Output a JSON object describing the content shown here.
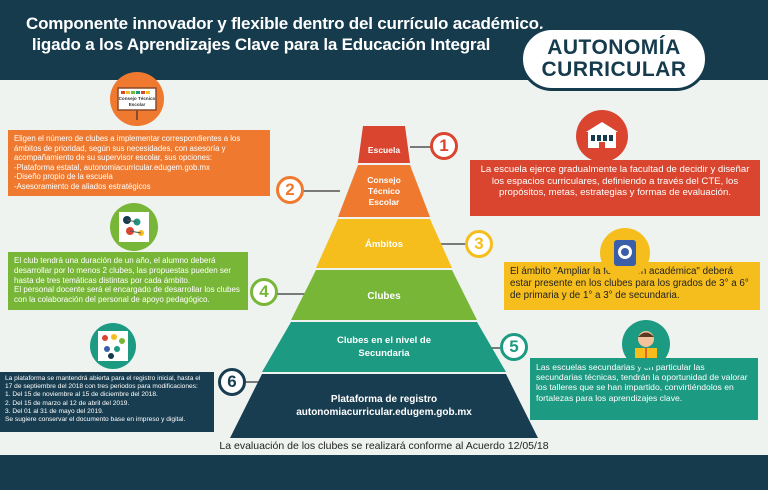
{
  "header": {
    "title_line1": "Componente innovador y flexible dentro del currículo académico,",
    "title_line2": "ligado a los Aprendizajes Clave para la Educación Integral",
    "badge_line1": "AUTONOMÍA",
    "badge_line2": "CURRICULAR"
  },
  "pyramid": {
    "tiers": [
      {
        "label": "Escuela"
      },
      {
        "label": "Consejo\nTécnico\nEscolar"
      },
      {
        "label": "Ámbitos"
      },
      {
        "label": "Clubes"
      },
      {
        "label": "Clubes en el nivel de\nSecundaria"
      },
      {
        "label": "Plataforma de registro\nautonomiacurricular.edugem.gob.mx"
      }
    ]
  },
  "steps": [
    {
      "number": "1"
    },
    {
      "number": "2"
    },
    {
      "number": "3"
    },
    {
      "number": "4"
    },
    {
      "number": "5"
    },
    {
      "number": "6"
    }
  ],
  "icons": {
    "cte_sign": "Consejo Técnico Escolar"
  },
  "boxes": {
    "box1": "La escuela ejerce gradualmente la facultad de decidir y diseñar los espacios curriculares, definiendo a través del CTE,  los propósitos, metas, estrategias y formas de evaluación.",
    "box2": "Eligen el número de clubes a implementar correspondientes  a los ámbitos de prioridad, según sus necesidades, con asesoría y acompañamiento de su supervisor escolar, sus opciones:\n-Plataforma estatal, autonomiacurricular.edugem.gob.mx\n-Diseño propio de la escuela\n-Asesoramiento de aliados estratégicos",
    "box3": "El ámbito \"Ampliar la formación académica\" deberá estar presente en los clubes para los grados de 3° a 6° de primaria y de 1° a 3° de secundaria.",
    "box4": "El club tendrá una duración de un año, el alumno deberá desarrollar por lo menos 2 clubes, las propuestas pueden ser hasta de tres temáticas distintas por cada ámbito.\nEl personal docente será el encargado de desarrollar los clubes con la colaboración del personal de apoyo pedagógico.",
    "box5": "Las escuelas secundarias y en particular las secundarias técnicas, tendrán la oportunidad de valorar los talleres que se han impartido, convirtiéndolos en fortalezas para los aprendizajes clave.",
    "box6": "La plataforma se mantendrá abierta para el registro inicial, hasta el 17 de septiembre del 2018 con tres periodos para modificaciones:\n1. Del 15 de noviembre al 15 de diciembre del 2018.\n2. Del 15 de marzo al 12 de abril del 2019.\n3. Del 01 al 31 de mayo del 2019.\nSe sugiere conservar el documento base en impreso y digital."
  },
  "footer": {
    "text": "La evaluación de los clubes se realizará conforme al Acuerdo 12/05/18"
  },
  "colors": {
    "navy": "#153b4d",
    "red": "#d9452e",
    "orange": "#ef7a2f",
    "yellow": "#f5be1c",
    "green": "#78b637",
    "teal": "#1c9a82",
    "dark": "#183d50"
  }
}
